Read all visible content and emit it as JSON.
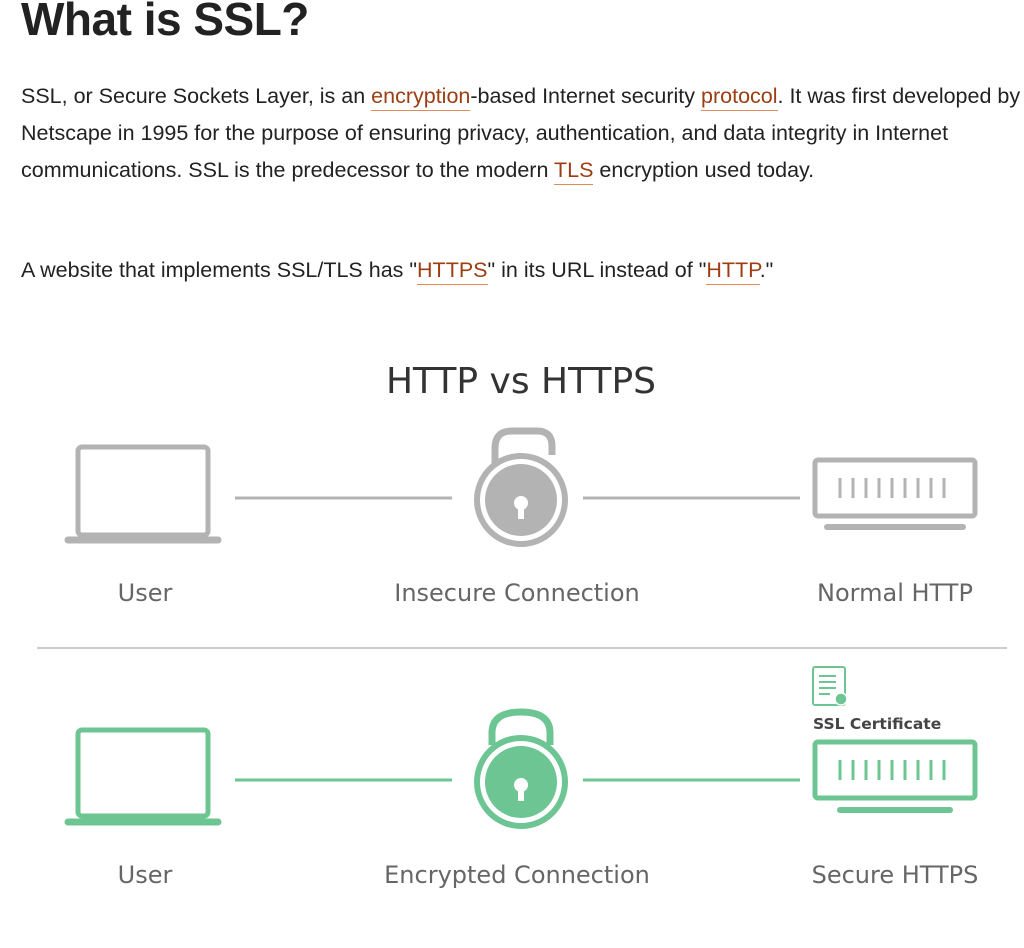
{
  "title": "What is SSL?",
  "paragraph1": {
    "t1": "SSL, or Secure Sockets Layer, is an ",
    "link_encryption": "encryption",
    "t2": "-based Internet security ",
    "link_protocol": "protocol",
    "t3": ". It was first developed by Netscape in 1995 for the purpose of ensuring privacy, authentication, and data integrity in Internet communications. SSL is the predecessor to the modern ",
    "link_tls": "TLS",
    "t4": " encryption used today."
  },
  "paragraph2": {
    "t1": "A website that implements SSL/TLS has \"",
    "link_https": "HTTPS",
    "t2": "\" in its URL instead of \"",
    "link_http": "HTTP",
    "t3": ".\""
  },
  "diagram": {
    "title": "HTTP vs HTTPS",
    "insecure_row": {
      "user": "User",
      "connection": "Insecure Connection",
      "server": "Normal HTTP"
    },
    "secure_row": {
      "user": "User",
      "connection": "Encrypted Connection",
      "server": "Secure HTTPS",
      "certificate": "SSL Certificate"
    },
    "colors": {
      "insecure": "#b3b3b3",
      "secure": "#6cc592",
      "link": "#9c3d12"
    }
  }
}
